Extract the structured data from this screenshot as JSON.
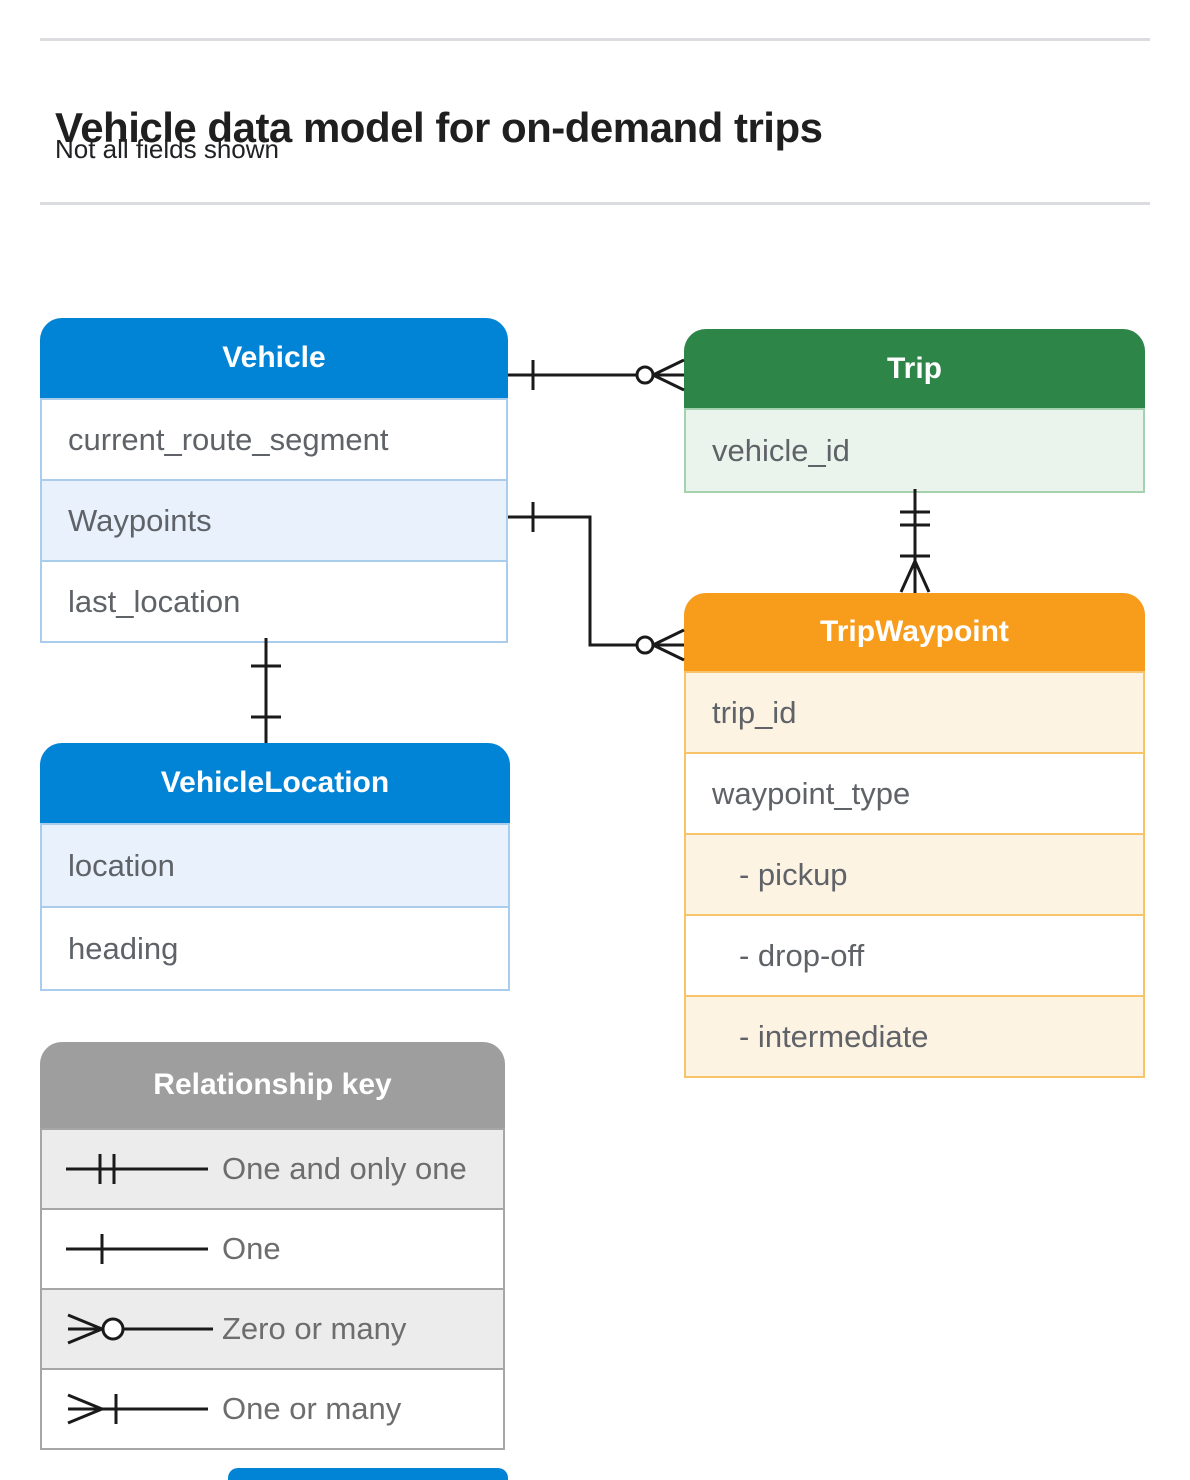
{
  "header": {
    "title": "Vehicle data model for on-demand trips",
    "subtitle": "Not all fields shown"
  },
  "colors": {
    "blue": "#0284d6",
    "green": "#2e8548",
    "orange": "#f89c1c",
    "gray": "#9e9e9e",
    "blue_light": "#e8f1fc",
    "green_light": "#eaf3ec",
    "orange_light": "#fdf3e3",
    "gray_light": "#ececec",
    "connector_line": "#1a1a1a"
  },
  "entities": [
    {
      "name": "Vehicle",
      "color": "blue",
      "fields": [
        {
          "label": "current_route_segment"
        },
        {
          "label": "Waypoints"
        },
        {
          "label": "last_location"
        }
      ]
    },
    {
      "name": "Trip",
      "color": "green",
      "fields": [
        {
          "label": "vehicle_id"
        }
      ]
    },
    {
      "name": "TripWaypoint",
      "color": "orange",
      "fields": [
        {
          "label": "trip_id"
        },
        {
          "label": "waypoint_type"
        },
        {
          "label": "- pickup"
        },
        {
          "label": "- drop-off"
        },
        {
          "label": "- intermediate"
        }
      ]
    },
    {
      "name": "VehicleLocation",
      "color": "blue",
      "fields": [
        {
          "label": "location"
        },
        {
          "label": "heading"
        }
      ]
    }
  ],
  "connectors": [
    {
      "from": "Vehicle",
      "to": "Trip",
      "from_cardinality": "one",
      "to_cardinality": "zero-or-many"
    },
    {
      "from": "Vehicle.Waypoints",
      "to": "TripWaypoint",
      "from_cardinality": "one",
      "to_cardinality": "zero-or-many"
    },
    {
      "from": "Vehicle",
      "to": "VehicleLocation",
      "from_cardinality": "one",
      "to_cardinality": "one"
    },
    {
      "from": "Trip",
      "to": "TripWaypoint",
      "from_cardinality": "one-and-only-one",
      "to_cardinality": "one-or-many"
    }
  ],
  "legend": {
    "title": "Relationship key",
    "items": [
      {
        "symbol": "one-and-only-one",
        "label": "One and only one"
      },
      {
        "symbol": "one",
        "label": "One"
      },
      {
        "symbol": "zero-or-many",
        "label": "Zero or many"
      },
      {
        "symbol": "one-or-many",
        "label": "One or many"
      }
    ]
  }
}
